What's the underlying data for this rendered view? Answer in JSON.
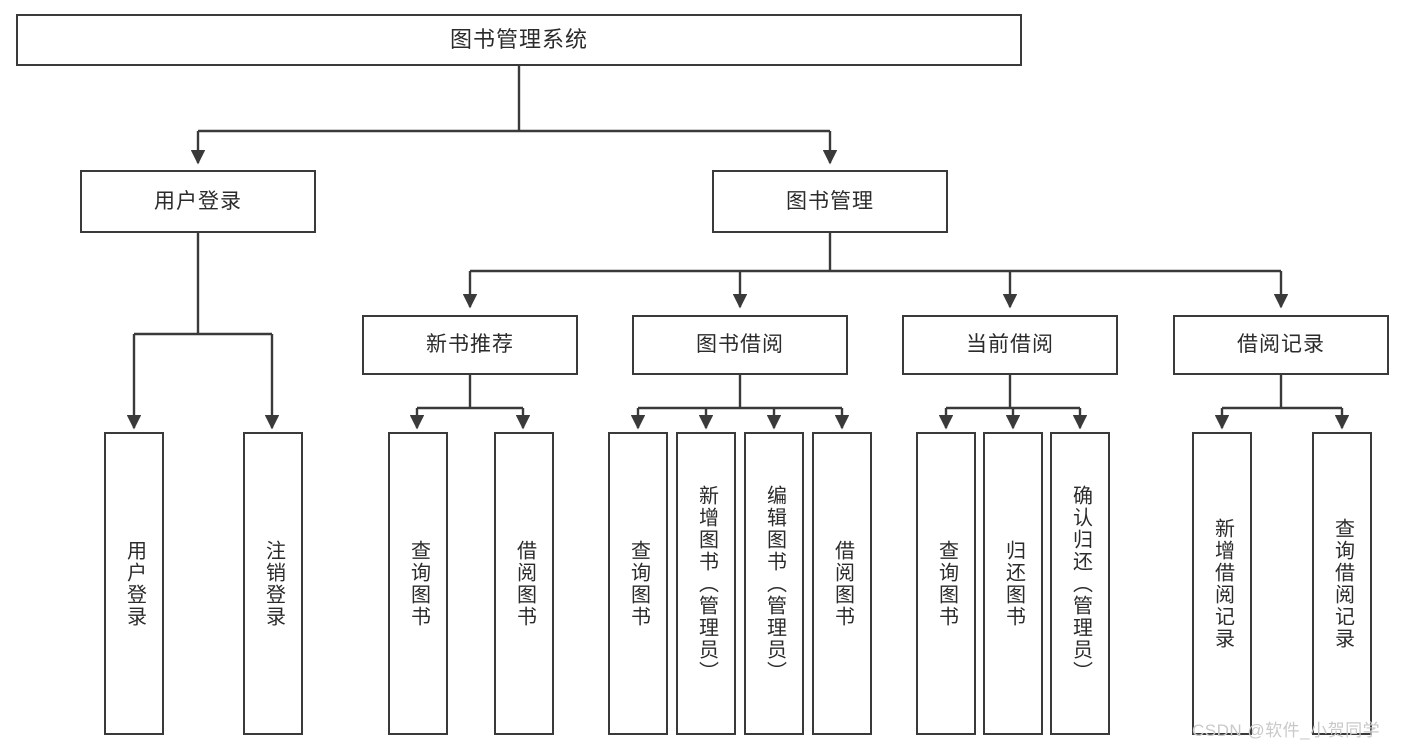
{
  "diagram": {
    "title": "图书管理系统",
    "type": "hierarchy-tree",
    "watermark": "CSDN @软件_小贺同学",
    "colors": {
      "stroke": "#3a3a3a",
      "text": "#2b2b2b",
      "background": "#ffffff",
      "watermark": "#c9c9c9"
    },
    "nodes": {
      "root": {
        "label": "图书管理系统"
      },
      "level2": [
        {
          "id": "user-login",
          "label": "用户登录"
        },
        {
          "id": "book-manage",
          "label": "图书管理"
        }
      ],
      "level3": [
        {
          "id": "new-book-rec",
          "label": "新书推荐"
        },
        {
          "id": "book-borrow",
          "label": "图书借阅"
        },
        {
          "id": "current-borrow",
          "label": "当前借阅"
        },
        {
          "id": "borrow-record",
          "label": "借阅记录"
        }
      ],
      "leaves": {
        "user-login": [
          {
            "id": "leaf-user-login",
            "label": "用户登录"
          },
          {
            "id": "leaf-logout",
            "label": "注销登录"
          }
        ],
        "new-book-rec": [
          {
            "id": "leaf-query-book-1",
            "label": "查询图书"
          },
          {
            "id": "leaf-borrow-book-1",
            "label": "借阅图书"
          }
        ],
        "book-borrow": [
          {
            "id": "leaf-query-book-2",
            "label": "查询图书"
          },
          {
            "id": "leaf-add-book",
            "label": "新增图书（管理员）"
          },
          {
            "id": "leaf-edit-book",
            "label": "编辑图书（管理员）"
          },
          {
            "id": "leaf-borrow-book-2",
            "label": "借阅图书"
          }
        ],
        "current-borrow": [
          {
            "id": "leaf-query-book-3",
            "label": "查询图书"
          },
          {
            "id": "leaf-return-book",
            "label": "归还图书"
          },
          {
            "id": "leaf-confirm-return",
            "label": "确认归还（管理员）"
          }
        ],
        "borrow-record": [
          {
            "id": "leaf-add-record",
            "label": "新增借阅记录"
          },
          {
            "id": "leaf-query-record",
            "label": "查询借阅记录"
          }
        ]
      }
    }
  }
}
